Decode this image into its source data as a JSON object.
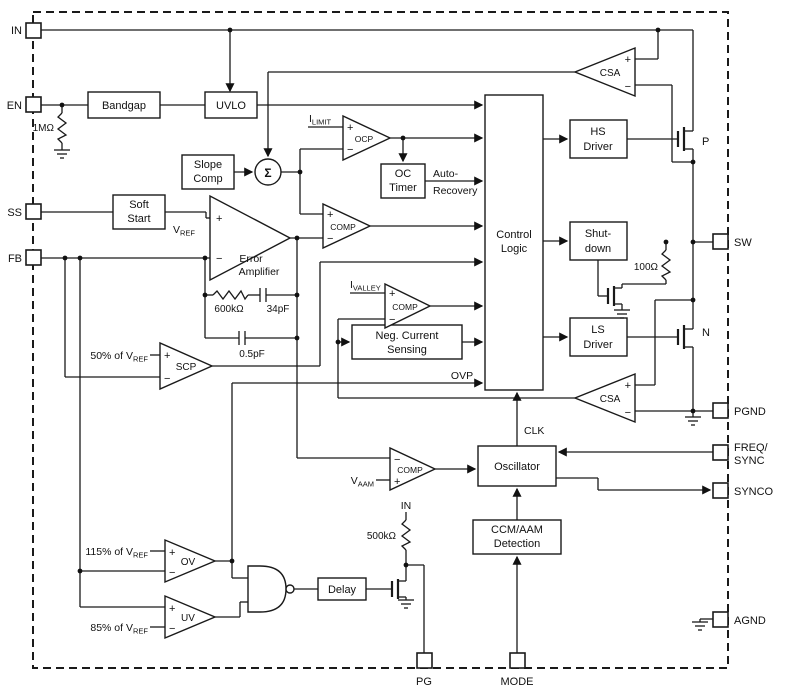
{
  "pins": {
    "in": "IN",
    "en": "EN",
    "ss": "SS",
    "fb": "FB",
    "sw": "SW",
    "pgnd": "PGND",
    "freq_line1": "FREQ/",
    "freq_line2": "SYNC",
    "synco": "SYNCO",
    "agnd": "AGND",
    "pg": "PG",
    "mode": "MODE"
  },
  "blocks": {
    "bandgap": "Bandgap",
    "uvlo": "UVLO",
    "slope_comp": {
      "line1": "Slope",
      "line2": "Comp"
    },
    "soft_start": {
      "line1": "Soft",
      "line2": "Start"
    },
    "oc_timer": {
      "line1": "OC",
      "line2": "Timer"
    },
    "control_logic": {
      "line1": "Control",
      "line2": "Logic"
    },
    "hs_driver": {
      "line1": "HS",
      "line2": "Driver"
    },
    "shutdown": {
      "line1": "Shut-",
      "line2": "down"
    },
    "ls_driver": {
      "line1": "LS",
      "line2": "Driver"
    },
    "neg_current": {
      "line1": "Neg. Current",
      "line2": "Sensing"
    },
    "delay": "Delay",
    "oscillator": "Oscillator",
    "ccm_aam": {
      "line1": "CCM/AAM",
      "line2": "Detection"
    }
  },
  "amps": {
    "ocp": "OCP",
    "comp": "COMP",
    "csa": "CSA",
    "scp": "SCP",
    "ov": "OV",
    "uv": "UV",
    "error_amp": {
      "line1": "Error",
      "line2": "Amplifier"
    },
    "sigma": "Σ"
  },
  "signals": {
    "i_limit": {
      "base": "I",
      "sub": "LIMIT"
    },
    "i_valley": {
      "base": "I",
      "sub": "VALLEY"
    },
    "v_aam": {
      "base": "V",
      "sub": "AAM"
    },
    "v_ref": {
      "base": "V",
      "sub": "REF"
    },
    "scp_ref": {
      "base": "50% of V",
      "sub": "REF"
    },
    "ov_ref": {
      "base": "115% of V",
      "sub": "REF"
    },
    "uv_ref": {
      "base": "85% of V",
      "sub": "REF"
    },
    "auto_recovery": {
      "line1": "Auto-",
      "line2": "Recovery"
    },
    "ovp": "OVP",
    "clk": "CLK",
    "in_internal": "IN"
  },
  "components": {
    "r_1m": "1MΩ",
    "r_600k": "600kΩ",
    "c_34p": "34pF",
    "c_05p": "0.5pF",
    "r_100": "100Ω",
    "r_500k": "500kΩ",
    "pfet": "P",
    "nfet": "N"
  },
  "sym": {
    "plus": "+",
    "minus": "−"
  }
}
